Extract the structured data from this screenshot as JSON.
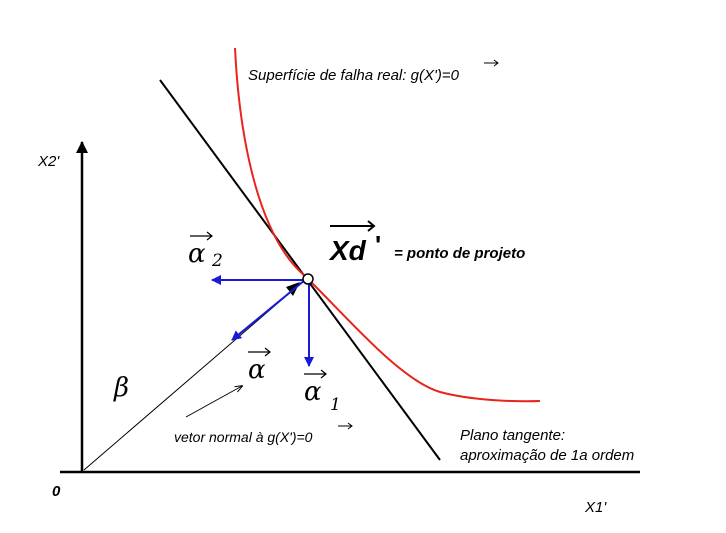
{
  "colors": {
    "surface": "#e8241c",
    "vectors": "#1a1ad6",
    "axes": "#000000",
    "tangent": "#000000"
  },
  "labels": {
    "failure_surface": "Superfície de falha real: g(X') = 0",
    "failure_surface_prefix": "Superfície de falha real: g(",
    "failure_surface_var": "X'",
    "failure_surface_suffix": ")=0",
    "x2_axis": "X2'",
    "x1_axis": "X1'",
    "origin": "0",
    "design_point_symbol": "Xd",
    "design_point_prime": "'",
    "design_point_text": "= ponto de projeto",
    "alpha": "α",
    "alpha_1_sub": "1",
    "alpha_2_sub": "2",
    "beta": "β",
    "normal_prefix": "vetor normal à g(",
    "normal_var": "X'",
    "normal_suffix": ")=0",
    "tangent_line1": "Plano tangente:",
    "tangent_line2": "aproximação de 1a ordem"
  }
}
